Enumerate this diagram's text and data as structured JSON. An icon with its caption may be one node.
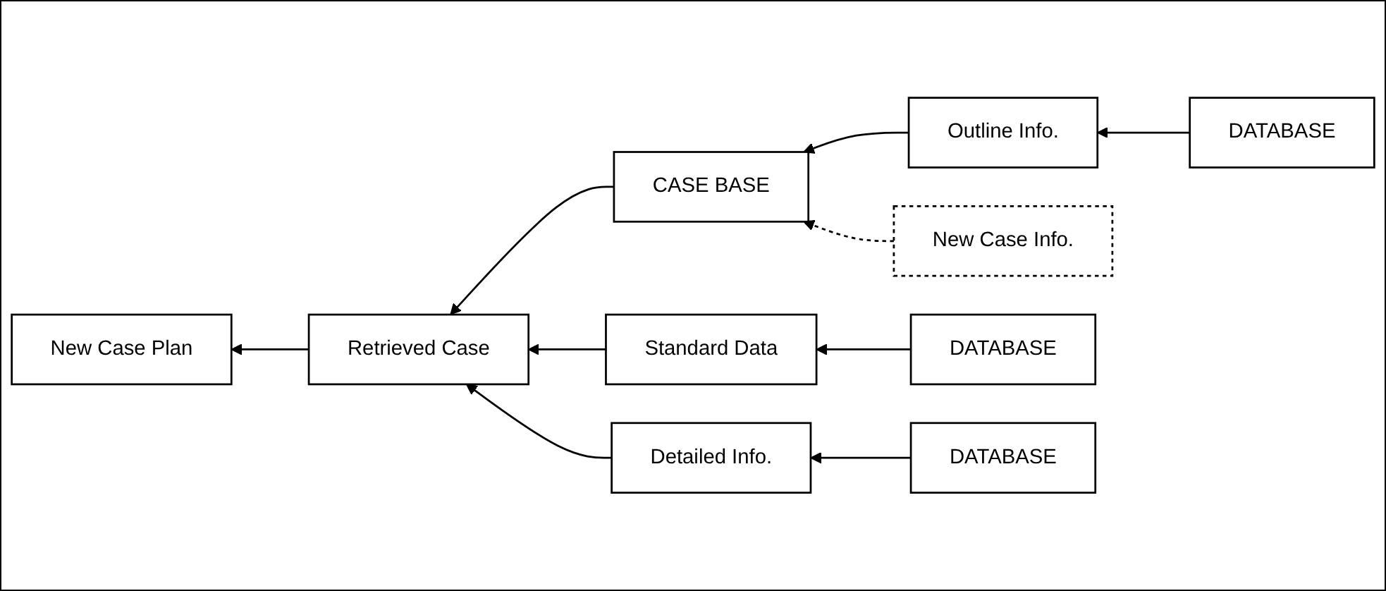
{
  "diagram": {
    "nodes": [
      {
        "text": [
          "Outline Info."
        ]
      },
      {
        "text": [
          "DATABASE"
        ]
      },
      {
        "text": [
          "CASE BASE"
        ]
      },
      {
        "text": [
          "New Case Info."
        ]
      },
      {
        "text": [
          "New Case Plan"
        ]
      },
      {
        "text": [
          "Retrieved Case"
        ]
      },
      {
        "text": [
          "Standard Data"
        ]
      },
      {
        "text": [
          "DATABASE"
        ]
      },
      {
        "text": [
          "Detailed Info."
        ]
      },
      {
        "text": [
          "DATABASE"
        ]
      }
    ],
    "edges": [
      {
        "from": 1,
        "to": 0,
        "arrow": "to"
      },
      {
        "from": 0,
        "to": 2,
        "arrow": "to"
      },
      {
        "from": 3,
        "to": 2,
        "arrow": "to",
        "style": "dashed"
      },
      {
        "from": 2,
        "to": 5,
        "arrow": "to"
      },
      {
        "from": 5,
        "to": 4,
        "arrow": "to"
      },
      {
        "from": 6,
        "to": 5,
        "arrow": "to"
      },
      {
        "from": 7,
        "to": 6,
        "arrow": "to"
      },
      {
        "from": 8,
        "to": 5,
        "arrow": "to"
      },
      {
        "from": 9,
        "to": 8,
        "arrow": "to"
      }
    ]
  }
}
